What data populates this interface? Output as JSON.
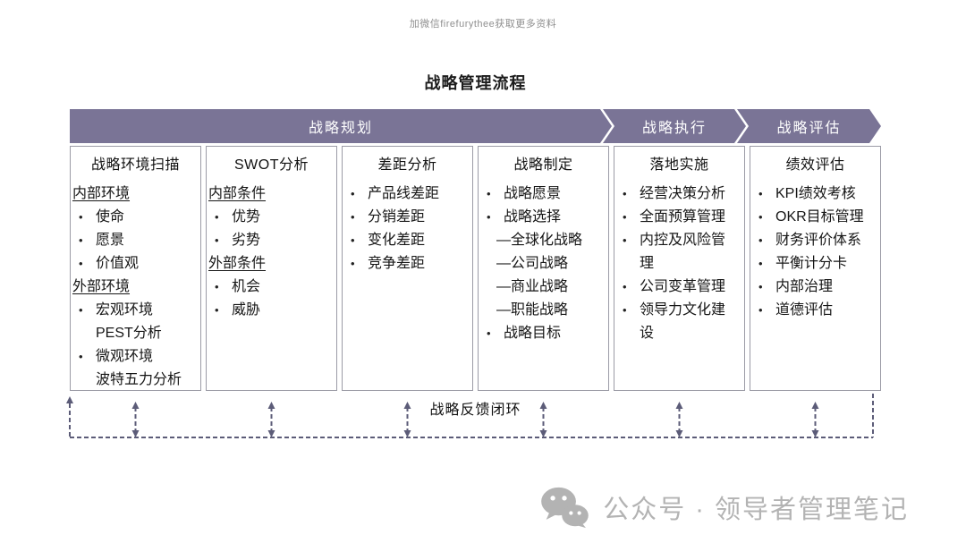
{
  "watermark": "加微信firefurythee获取更多资料",
  "title": "战略管理流程",
  "banner": {
    "segments": [
      {
        "label": "战略规划"
      },
      {
        "label": "战略执行"
      },
      {
        "label": "战略评估"
      }
    ]
  },
  "columns": [
    {
      "header": "战略环境扫描",
      "items": [
        {
          "type": "section",
          "text": "内部环境"
        },
        {
          "type": "bullet",
          "text": "使命"
        },
        {
          "type": "bullet",
          "text": "愿景"
        },
        {
          "type": "bullet",
          "text": "价值观"
        },
        {
          "type": "section",
          "text": "外部环境"
        },
        {
          "type": "bullet",
          "text": "宏观环境"
        },
        {
          "type": "sub",
          "text": "PEST分析"
        },
        {
          "type": "bullet",
          "text": "微观环境"
        },
        {
          "type": "sub",
          "text": "波特五力分析"
        }
      ]
    },
    {
      "header": "SWOT分析",
      "items": [
        {
          "type": "section",
          "text": "内部条件"
        },
        {
          "type": "bullet",
          "text": "优势"
        },
        {
          "type": "bullet",
          "text": "劣势"
        },
        {
          "type": "section",
          "text": "外部条件"
        },
        {
          "type": "bullet",
          "text": "机会"
        },
        {
          "type": "bullet",
          "text": "威胁"
        }
      ]
    },
    {
      "header": "差距分析",
      "items": [
        {
          "type": "bullet",
          "text": "产品线差距"
        },
        {
          "type": "bullet",
          "text": "分销差距"
        },
        {
          "type": "bullet",
          "text": "变化差距"
        },
        {
          "type": "bullet",
          "text": "竞争差距"
        }
      ]
    },
    {
      "header": "战略制定",
      "items": [
        {
          "type": "bullet",
          "text": "战略愿景"
        },
        {
          "type": "bullet",
          "text": "战略选择"
        },
        {
          "type": "dash",
          "text": "—全球化战略"
        },
        {
          "type": "dash",
          "text": "—公司战略"
        },
        {
          "type": "dash",
          "text": "—商业战略"
        },
        {
          "type": "dash",
          "text": "—职能战略"
        },
        {
          "type": "bullet",
          "text": "战略目标"
        }
      ]
    },
    {
      "header": "落地实施",
      "items": [
        {
          "type": "bullet",
          "text": "经营决策分析"
        },
        {
          "type": "bullet",
          "text": "全面预算管理"
        },
        {
          "type": "bullet",
          "text": "内控及风险管理"
        },
        {
          "type": "bullet",
          "text": "公司变革管理"
        },
        {
          "type": "bullet",
          "text": "领导力文化建设"
        }
      ]
    },
    {
      "header": "绩效评估",
      "items": [
        {
          "type": "bullet",
          "text": "KPI绩效考核"
        },
        {
          "type": "bullet",
          "text": "OKR目标管理"
        },
        {
          "type": "bullet",
          "text": "财务评价体系"
        },
        {
          "type": "bullet",
          "text": "平衡计分卡"
        },
        {
          "type": "bullet",
          "text": "内部治理"
        },
        {
          "type": "bullet",
          "text": "道德评估"
        }
      ]
    }
  ],
  "feedback": {
    "label": "战略反馈闭环"
  },
  "footer": {
    "icon": "wechat-icon",
    "text": "公众号 · 领导者管理笔记"
  },
  "colors": {
    "banner_purple": "#7a7496",
    "column_border": "#9b9ba6",
    "loop_dash": "#5c5c78",
    "footer_gray": "#b3b3b3",
    "watermark_gray": "#8f8f8f"
  }
}
